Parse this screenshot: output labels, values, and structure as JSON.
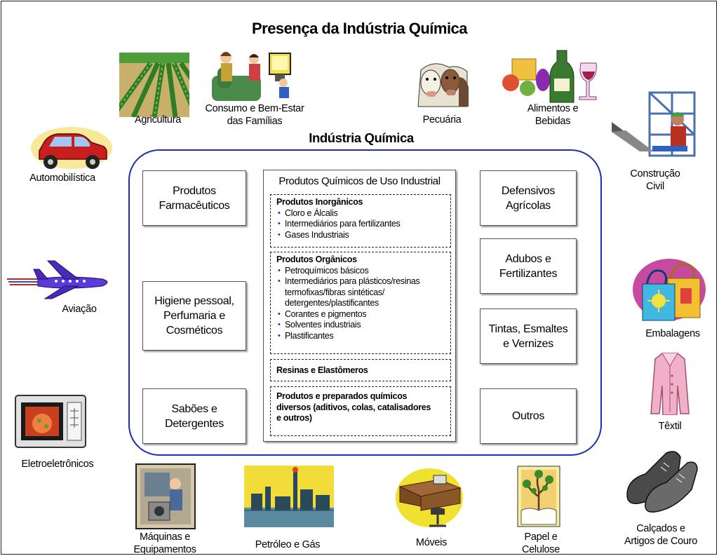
{
  "title": "Presença da Indústria Química",
  "subtitle": "Indústria Química",
  "colors": {
    "industry_border": "#1a2fb0",
    "bullet": "#1a2fb0"
  },
  "sectors": {
    "agricultura": "Agricultura",
    "consumo_line1": "Consumo e Bem-Estar",
    "consumo_line2": "das Famílias",
    "pecuaria": "Pecuária",
    "alimentos_line1": "Alimentos e",
    "alimentos_line2": "Bebidas",
    "automobilistica": "Automobilística",
    "construcao_line1": "Construção",
    "construcao_line2": "Civil",
    "aviacao": "Aviação",
    "embalagens": "Embalagens",
    "textil": "Têxtil",
    "eletroeletronicos": "Eletroeletrônicos",
    "maquinas_line1": "Máquinas e",
    "maquinas_line2": "Equipamentos",
    "petroleo": "Petróleo e Gás",
    "moveis": "Móveis",
    "papel_line1": "Papel e",
    "papel_line2": "Celulose",
    "calcados_line1": "Calçados e",
    "calcados_line2": "Artigos de Couro"
  },
  "left_boxes": {
    "farma_line1": "Produtos",
    "farma_line2": "Farmacêuticos",
    "higiene_line1": "Higiene pessoal,",
    "higiene_line2": "Perfumaria e",
    "higiene_line3": "Cosméticos",
    "saboes_line1": "Sabões e",
    "saboes_line2": "Detergentes"
  },
  "right_boxes": {
    "defensivos_line1": "Defensivos",
    "defensivos_line2": "Agrícolas",
    "adubos_line1": "Adubos e",
    "adubos_line2": "Fertilizantes",
    "tintas_line1": "Tintas, Esmaltes",
    "tintas_line2": "e Vernizes",
    "outros": "Outros"
  },
  "center": {
    "title": "Produtos Químicos de Uso Industrial",
    "inorganicos": {
      "heading": "Produtos Inorgânicos",
      "items": [
        "Cloro e Álcalis",
        "Intermediários para fertilizantes",
        "Gases Industriais"
      ]
    },
    "organicos": {
      "heading": "Produtos Orgânicos",
      "items": [
        "Petroquímicos básicos",
        "Intermediários para plásticos/resinas",
        "termofixas/fibras sintéticas/",
        "detergentes/plastificantes",
        "Corantes e pigmentos",
        "Solventes industriais",
        "Plastificantes"
      ]
    },
    "resinas": "Resinas e Elastômeros",
    "diversos": {
      "line1": "Produtos e preparados químicos",
      "line2": "diversos (aditivos, colas, catalisadores",
      "line3": "e outros)"
    }
  }
}
